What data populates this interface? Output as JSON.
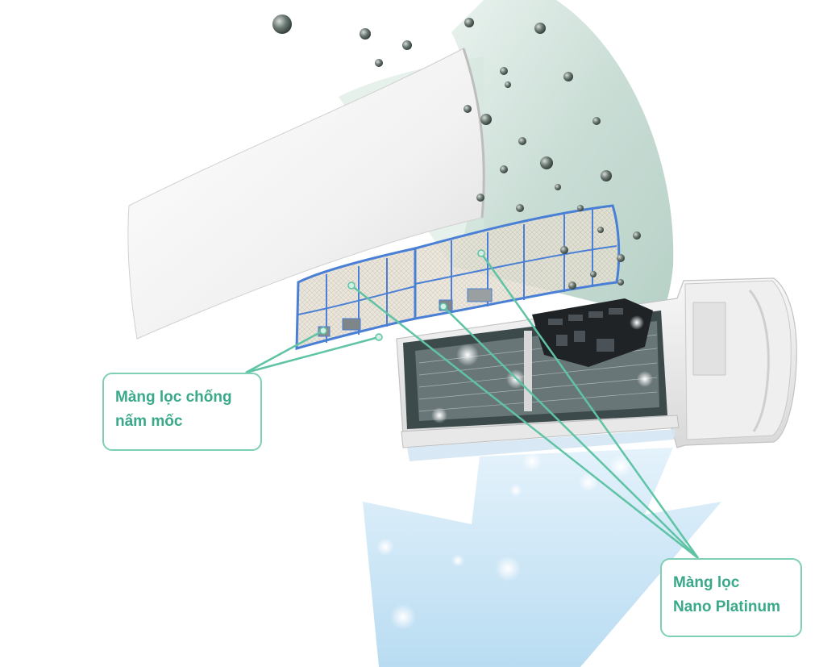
{
  "callouts": {
    "anti_mold_filter": {
      "lines": [
        "Màng lọc chống",
        "nấm mốc"
      ]
    },
    "nano_platinum_filter": {
      "lines": [
        "Màng lọc",
        "Nano Platinum"
      ]
    }
  },
  "colors": {
    "callout_text": "#3aa98a",
    "callout_border": "#7fcfb6",
    "leader_line": "#5fc3a5",
    "air_stream": "#cfe7f6",
    "sweep_background": "#cfe3dc",
    "filter_frame": "#4a7fd6"
  }
}
